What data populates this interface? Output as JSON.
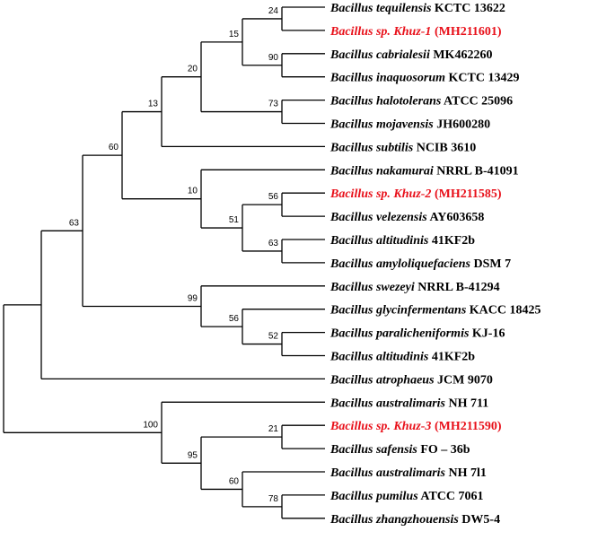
{
  "tree": {
    "highlight_color": "#e8101a",
    "leaves": [
      {
        "species": "Bacillus tequilensis",
        "strain": "KCTC 13622",
        "highlight": false
      },
      {
        "species": "Bacillus sp. Khuz-1",
        "strain": "(MH211601)",
        "highlight": true
      },
      {
        "species": "Bacillus cabrialesii",
        "strain": "MK462260",
        "highlight": false
      },
      {
        "species": "Bacillus inaquosorum",
        "strain": "KCTC 13429",
        "highlight": false
      },
      {
        "species": "Bacillus halotolerans",
        "strain": "ATCC 25096",
        "highlight": false
      },
      {
        "species": "Bacillus mojavensis",
        "strain": "JH600280",
        "highlight": false
      },
      {
        "species": "Bacillus subtilis",
        "strain": "NCIB 3610",
        "highlight": false
      },
      {
        "species": "Bacillus nakamurai",
        "strain": "NRRL B-41091",
        "highlight": false
      },
      {
        "species": "Bacillus sp. Khuz-2",
        "strain": "(MH211585)",
        "highlight": true
      },
      {
        "species": "Bacillus velezensis",
        "strain": "AY603658",
        "highlight": false
      },
      {
        "species": "Bacillus altitudinis",
        "strain": "41KF2b",
        "highlight": false
      },
      {
        "species": "Bacillus amyloliquefaciens",
        "strain": "DSM 7",
        "highlight": false
      },
      {
        "species": "Bacillus swezeyi",
        "strain": "NRRL B-41294",
        "highlight": false
      },
      {
        "species": "Bacillus glycinfermentans",
        "strain": "KACC 18425",
        "highlight": false
      },
      {
        "species": "Bacillus paralicheniformis",
        "strain": "KJ-16",
        "highlight": false
      },
      {
        "species": "Bacillus altitudinis",
        "strain": "41KF2b",
        "highlight": false
      },
      {
        "species": "Bacillus atrophaeus",
        "strain": "JCM 9070",
        "highlight": false
      },
      {
        "species": "Bacillus australimaris",
        "strain": "NH 711",
        "highlight": false
      },
      {
        "species": "Bacillus sp. Khuz-3",
        "strain": "(MH211590)",
        "highlight": true
      },
      {
        "species": "Bacillus safensis",
        "strain": "FO – 36b",
        "highlight": false
      },
      {
        "species": "Bacillus australimaris",
        "strain": "NH 7l1",
        "highlight": false
      },
      {
        "species": "Bacillus pumilus",
        "strain": "ATCC 7061",
        "highlight": false
      },
      {
        "species": "Bacillus zhangzhouensis",
        "strain": "DW5-4",
        "highlight": false
      }
    ],
    "nodes": [
      {
        "id": "n_teq_k1",
        "children": [
          0,
          1
        ],
        "support": "24"
      },
      {
        "id": "n_cab_inq",
        "children": [
          2,
          3
        ],
        "support": "90"
      },
      {
        "id": "n_a",
        "children": [
          "n_teq_k1",
          "n_cab_inq"
        ],
        "support": "15"
      },
      {
        "id": "n_hal_moj",
        "children": [
          4,
          5
        ],
        "support": "73"
      },
      {
        "id": "n_b",
        "children": [
          "n_a",
          "n_hal_moj"
        ],
        "support": "20"
      },
      {
        "id": "n_c",
        "children": [
          "n_b",
          6
        ],
        "support": "13"
      },
      {
        "id": "n_k2_vel",
        "children": [
          8,
          9
        ],
        "support": "56"
      },
      {
        "id": "n_alt_amy",
        "children": [
          10,
          11
        ],
        "support": "63"
      },
      {
        "id": "n_d",
        "children": [
          "n_k2_vel",
          "n_alt_amy"
        ],
        "support": "51"
      },
      {
        "id": "n_e",
        "children": [
          7,
          "n_d"
        ],
        "support": "10"
      },
      {
        "id": "n_f",
        "children": [
          "n_c",
          "n_e"
        ],
        "support": "60"
      },
      {
        "id": "n_par_alt",
        "children": [
          14,
          15
        ],
        "support": "52"
      },
      {
        "id": "n_g",
        "children": [
          13,
          "n_par_alt"
        ],
        "support": "56"
      },
      {
        "id": "n_h",
        "children": [
          12,
          "n_g"
        ],
        "support": "99"
      },
      {
        "id": "n_i",
        "children": [
          "n_f",
          "n_h"
        ],
        "support": "63"
      },
      {
        "id": "n_j",
        "children": [
          "n_i",
          16
        ],
        "support": ""
      },
      {
        "id": "n_k3_saf",
        "children": [
          18,
          19
        ],
        "support": "21"
      },
      {
        "id": "n_pum_zha",
        "children": [
          21,
          22
        ],
        "support": "78"
      },
      {
        "id": "n_l",
        "children": [
          20,
          "n_pum_zha"
        ],
        "support": "60"
      },
      {
        "id": "n_m",
        "children": [
          "n_k3_saf",
          "n_l"
        ],
        "support": "95"
      },
      {
        "id": "n_n",
        "children": [
          17,
          "n_m"
        ],
        "support": "100"
      },
      {
        "id": "n_root",
        "children": [
          "n_j",
          "n_n"
        ],
        "support": ""
      }
    ]
  }
}
